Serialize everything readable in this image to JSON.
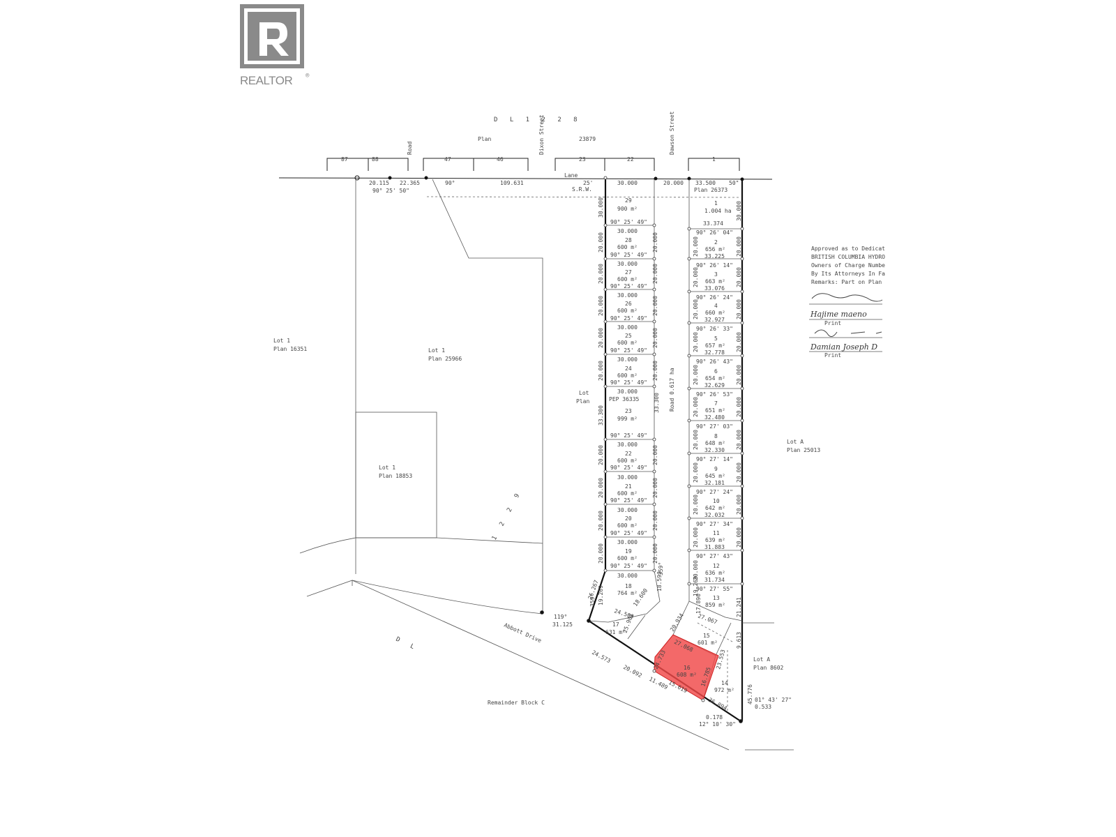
{
  "logo": {
    "text": "REALTOR",
    "reg": "®"
  },
  "dl_top": "D  L    1  2  2  8",
  "plan_top": "Plan",
  "plan_top_no": "23879",
  "streets": {
    "dixon": "Dixon Street",
    "dawson": "Dawson Street",
    "road_top": "Road",
    "lane": "Lane",
    "srw": "S.R.W.",
    "road_vertical": "Road  0.617 ha",
    "abbott": "Abbott  Drive"
  },
  "top_lots": [
    "87",
    "88",
    "47",
    "46",
    "23",
    "22",
    "1"
  ],
  "top_dims": {
    "d1": "20.115",
    "d2": "22.365",
    "ang1": "90°",
    "d3": "109.631",
    "ang2": "90° 25' 50\"",
    "ang3": "25'",
    "d4": "30.000",
    "d5": "20.000",
    "d6": "33.500",
    "ang4": "50\"",
    "plan26373": "Plan 26373"
  },
  "left_block": [
    {
      "lot": "Lot 1",
      "plan": "Plan 16351"
    },
    {
      "lot": "Lot 1",
      "plan": "Plan 25966"
    },
    {
      "lot": "Lot 1",
      "plan": "Plan 18853"
    }
  ],
  "dl_1229": "1 2 2 9",
  "dl_bottom": "D  L",
  "remainder": "Remainder Block C",
  "lot_a_right": {
    "lot": "Lot A",
    "plan": "Plan 25013"
  },
  "lot_a_bottom": {
    "lot": "Lot A",
    "plan": "Plan 8602"
  },
  "lot_plan_left": {
    "lot": "Lot",
    "plan": "Plan"
  },
  "pep": "PEP 36335",
  "left_column_lots": [
    {
      "no": "29",
      "area": "900 m²",
      "width": "30.000",
      "depth": "30.000",
      "angle": "90° 25' 49\""
    },
    {
      "no": "28",
      "area": "600 m²",
      "width": "30.000",
      "depth": "20.000",
      "angle": "90° 25' 49\""
    },
    {
      "no": "27",
      "area": "600 m²",
      "width": "30.000",
      "depth": "20.000",
      "angle": "90° 25' 49\""
    },
    {
      "no": "26",
      "area": "600 m²",
      "width": "30.000",
      "depth": "20.000",
      "angle": "90° 25' 49\""
    },
    {
      "no": "25",
      "area": "600 m²",
      "width": "30.000",
      "depth": "20.000",
      "angle": "90° 25' 49\""
    },
    {
      "no": "24",
      "area": "600 m²",
      "width": "30.000",
      "depth": "20.000",
      "angle": "90° 25' 49\""
    },
    {
      "no": "23",
      "area": "999 m²",
      "width": "30.000",
      "depth": "33.300",
      "angle": "90° 25' 49\""
    },
    {
      "no": "22",
      "area": "600 m²",
      "width": "30.000",
      "depth": "20.000",
      "angle": "90° 25' 49\""
    },
    {
      "no": "21",
      "area": "600 m²",
      "width": "30.000",
      "depth": "20.000",
      "angle": "90° 25' 49\""
    },
    {
      "no": "20",
      "area": "600 m²",
      "width": "30.000",
      "depth": "20.000",
      "angle": "90° 25' 49\""
    },
    {
      "no": "19",
      "area": "600 m²",
      "width": "30.000",
      "depth": "20.000",
      "angle": "90° 25' 49\""
    },
    {
      "no": "18",
      "area": "764 m²",
      "width": "30.000",
      "depth": "19.269",
      "angle": ""
    }
  ],
  "right_column_lots": [
    {
      "no": "1",
      "area": "1.004 ha",
      "width": "33.374",
      "angle": "90° 26' 04\""
    },
    {
      "no": "2",
      "area": "656 m²",
      "width": "33.225",
      "angle": "90° 26' 14\""
    },
    {
      "no": "3",
      "area": "663 m²",
      "width": "33.076",
      "angle": "90° 26' 24\""
    },
    {
      "no": "4",
      "area": "660 m²",
      "width": "32.927",
      "angle": "90° 26' 33\""
    },
    {
      "no": "5",
      "area": "657 m²",
      "width": "32.778",
      "angle": "90° 26' 43\""
    },
    {
      "no": "6",
      "area": "654 m²",
      "width": "32.629",
      "angle": "90° 26' 53\""
    },
    {
      "no": "7",
      "area": "651 m²",
      "width": "32.480",
      "angle": "90° 27' 03\""
    },
    {
      "no": "8",
      "area": "648 m²",
      "width": "32.330",
      "angle": "90° 27' 14\""
    },
    {
      "no": "9",
      "area": "645 m²",
      "width": "32.181",
      "angle": "90° 27' 24\""
    },
    {
      "no": "10",
      "area": "642 m²",
      "width": "32.032",
      "angle": "90° 27' 34\""
    },
    {
      "no": "11",
      "area": "639 m²",
      "width": "31.883",
      "angle": "90° 27' 43\""
    },
    {
      "no": "12",
      "area": "636 m²",
      "width": "31.734",
      "angle": "90° 27' 55\""
    },
    {
      "no": "13",
      "area": "859 m²",
      "width": "",
      "angle": ""
    }
  ],
  "bottom_lots": [
    {
      "no": "17",
      "area": "631 m²"
    },
    {
      "no": "15",
      "area": "601 m²"
    },
    {
      "no": "16",
      "area": "608 m²"
    },
    {
      "no": "14",
      "area": "972 m²"
    }
  ],
  "bottom_dims": {
    "d_abbott1": "31.125",
    "ang_abbott1": "119°",
    "d_abbott2": "24.573",
    "d_abbott3": "20.092",
    "d_abbott4": "11.489",
    "d_abbott5": "15.619",
    "d_abbott6": "36.894",
    "d_end1": "0.178",
    "ang_end": "12° 10' 30\"",
    "ang_right": "01° 43' 27\"",
    "d_right": "0.533",
    "d_right2": "21.241",
    "d_right3": "9.613",
    "d_right4": "45.776"
  },
  "dim_labels": [
    "20.000",
    "33.300",
    "359°",
    "19.269",
    "18.593",
    "17.890",
    "26.267",
    "24.500",
    "18.600",
    "25.901",
    "20.934",
    "27.067",
    "23.553",
    "24.733",
    "27.068",
    "16.785"
  ],
  "approval": {
    "lines": [
      "Approved as to Dedicat",
      "BRITISH COLUMBIA HYDRO",
      "Owners of Charge Numbe",
      "By Its Attorneys In Fa",
      "Remarks: Part on Plan"
    ],
    "sig1_name": "Hajime maeno",
    "print1": "Print",
    "sig2_name": "Damian Joseph D",
    "print2": "Print"
  },
  "colors": {
    "highlight": "#f04848",
    "line": "#222222",
    "logo": "#8a8a8a"
  }
}
